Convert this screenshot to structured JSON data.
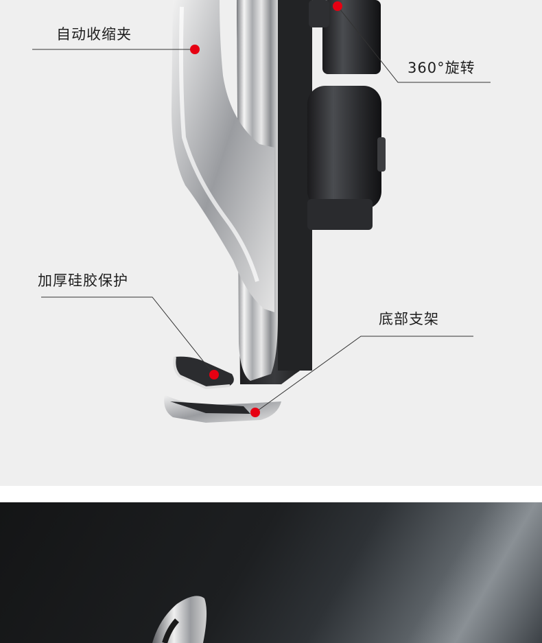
{
  "callouts": [
    {
      "id": "auto-clamp",
      "label": "自动收缩夹"
    },
    {
      "id": "rotation",
      "label": "360°旋转"
    },
    {
      "id": "silicone",
      "label": "加厚硅胶保护"
    },
    {
      "id": "bottom-bracket",
      "label": "底部支架"
    }
  ],
  "colors": {
    "marker": "#e60012",
    "leader_line": "#333333",
    "panel_background": "#efefef",
    "dark_panel": "#1d1f21"
  }
}
